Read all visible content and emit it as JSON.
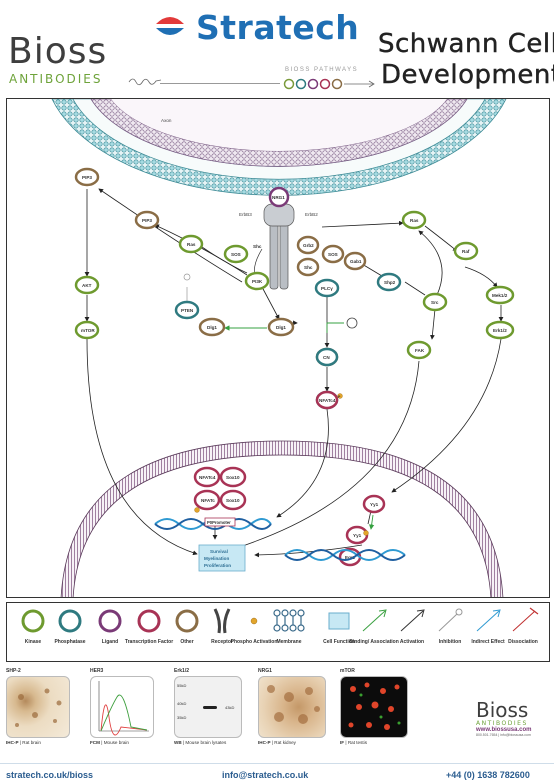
{
  "header": {
    "brand_stratech": "Stratech",
    "brand_bioss": "Bioss",
    "brand_bioss_sub": "ANTIBODIES",
    "pathways_label": "BIOSS PATHWAYS",
    "title_line1": "Schwann Cell",
    "title_line2": "Development"
  },
  "diagram": {
    "axon_label": "Axon",
    "receptor_left": "ErbB3",
    "receptor_right": "ErbB2",
    "ligand": "NRG1",
    "nodes": {
      "pip3_a": "PIP3",
      "pip3_b": "PIP3",
      "ras_left": "Ras",
      "sos_left": "SOS",
      "shc_left": "Shc",
      "grb2": "Grb2",
      "sos_right": "SOS",
      "shc_right": "Shc",
      "gab1": "Gab1",
      "ras_right": "Ras",
      "raf": "Raf",
      "pi3k": "PI3K",
      "plcg": "PLCγ",
      "shp2": "Shp2",
      "src": "Src",
      "mek": "Mek1/2",
      "pten": "PTEN",
      "dlg1_a": "Dlg1",
      "dlg1_b": "Dlg1",
      "akt": "AKT",
      "mtor": "mTOR",
      "cn": "CN",
      "fak": "FAK",
      "erk": "Erk1/2",
      "nfatc4_a": "NFATc4",
      "nfatc4_b": "NFATc4",
      "sox10_a": "Sox10",
      "nfatc_c": "NFATc",
      "sox10_b": "Sox10",
      "p0promoter": "P0Promoter",
      "yy1_a": "Yy1",
      "yy1_b": "Yy1",
      "egr2": "Egr2",
      "p_mark": "P",
      "outcome_line1": "Survival",
      "outcome_line2": "Myelination",
      "outcome_line3": "Proliferation"
    }
  },
  "legend": {
    "items": [
      {
        "label": "Kinase",
        "color": "#6e9a2f"
      },
      {
        "label": "Phosphatase",
        "color": "#2f7a80"
      },
      {
        "label": "Ligand",
        "color": "#7a3a77"
      },
      {
        "label": "Transcription Factor",
        "color": "#a83355"
      },
      {
        "label": "Other",
        "color": "#8a6d46"
      },
      {
        "label": "Receptor",
        "color": "#444444"
      },
      {
        "label": "Phospho Activation",
        "color": "#e2a52b"
      },
      {
        "label": "Membrane",
        "color": "#3a6a8a"
      },
      {
        "label": "Cell Function",
        "color": "#9fd7ec"
      },
      {
        "label": "Binding/ Association",
        "color": "#3aa040"
      },
      {
        "label": "Activation",
        "color": "#333333"
      },
      {
        "label": "Inhibition",
        "color": "#999999"
      },
      {
        "label": "Indirect Effect",
        "color": "#2f9ad2"
      },
      {
        "label": "Dissociation",
        "color": "#c03030"
      }
    ]
  },
  "products": [
    {
      "name": "SHP-2",
      "method": "IHC-P",
      "sample": "Rat brain"
    },
    {
      "name": "HER3",
      "method": "FCM",
      "sample": "Mouse brain"
    },
    {
      "name": "Erk1/2",
      "method": "WB",
      "sample": "Mouse brain lysates",
      "markers": [
        "55kD",
        "40kD",
        "35kD",
        "43kD"
      ]
    },
    {
      "name": "NRG1",
      "method": "IHC-P",
      "sample": "Rat kidney"
    },
    {
      "name": "mTOR",
      "method": "IF",
      "sample": "Rat testis"
    }
  ],
  "bioss_corner": {
    "brand": "Bioss",
    "sub": "ANTIBODIES",
    "url": "www.biossusa.com",
    "contact": "800.501.7654 | info@biossusa.com"
  },
  "footer": {
    "website": "stratech.co.uk/bioss",
    "email": "info@stratech.co.uk",
    "phone": "+44 (0) 1638 782600"
  }
}
